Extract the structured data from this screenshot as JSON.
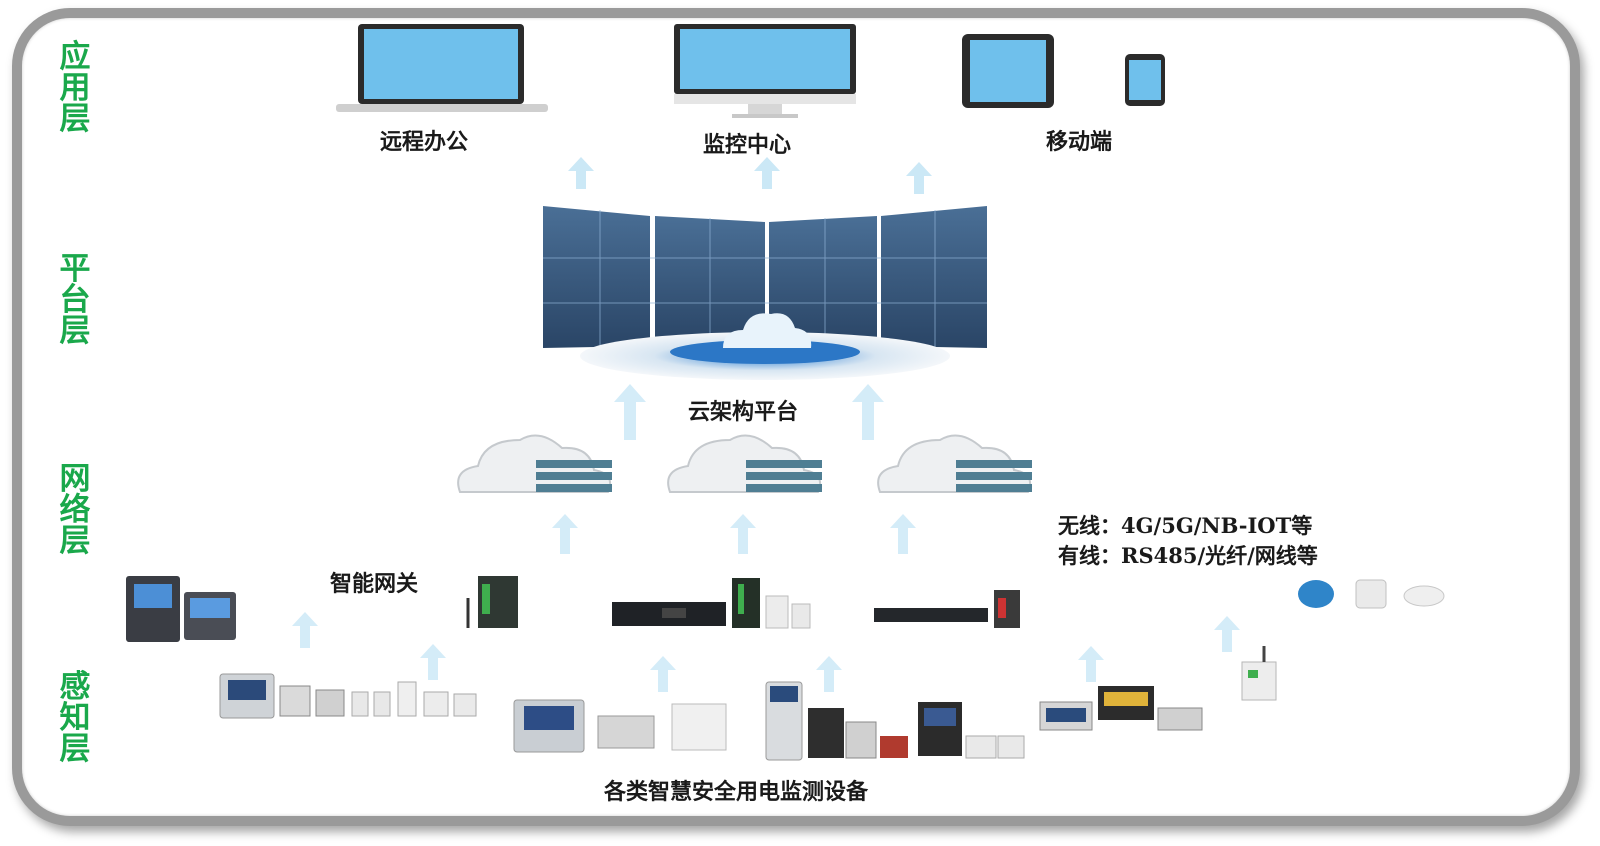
{
  "layers": {
    "application": "应用层",
    "platform": "平台层",
    "network": "网络层",
    "perception": "感知层"
  },
  "application": {
    "remote_office": "远程办公",
    "monitor_center": "监控中心",
    "mobile": "移动端"
  },
  "platform": {
    "cloud_platform": "云架构平台"
  },
  "network": {
    "wireless": "无线：4G/5G/NB-IOT等",
    "wired": "有线：RS485/光纤/网线等",
    "gateway": "智能网关"
  },
  "perception": {
    "devices": "各类智慧安全用电监测设备"
  },
  "colors": {
    "layer_text": "#1aa84b",
    "frame": "#9a9a9a",
    "arrow": "#c9e6f5",
    "screen": "#6fc0ec"
  }
}
